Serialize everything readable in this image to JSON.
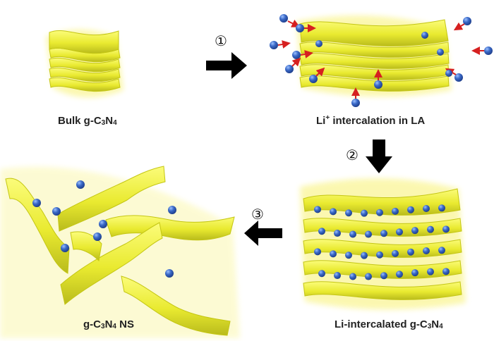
{
  "colors": {
    "sheet_light": "#f6f74a",
    "sheet_dark": "#a6a81a",
    "sheet_edge": "#c9cb10",
    "glow": "#fbf8b0",
    "ion": "#2f5bb8",
    "ion_highlight": "#8fb2f0",
    "motion_arrow": "#d62020",
    "process_arrow": "#000000"
  },
  "steps": {
    "one": "①",
    "two": "②",
    "three": "③"
  },
  "labels": {
    "bulk": {
      "prefix": "Bulk g-C",
      "s1": "3",
      "mid": "N",
      "s2": "4"
    },
    "intercalation": {
      "base": "Li",
      "sup": "+",
      "rest": " intercalation in LA"
    },
    "intercalated": {
      "prefix": "Li-intercalated g-C",
      "s1": "3",
      "mid": "N",
      "s2": "4"
    },
    "nanosheets": {
      "prefix": "g-C",
      "s1": "3",
      "mid": "N",
      "s2": "4",
      "suffix": " NS"
    }
  }
}
